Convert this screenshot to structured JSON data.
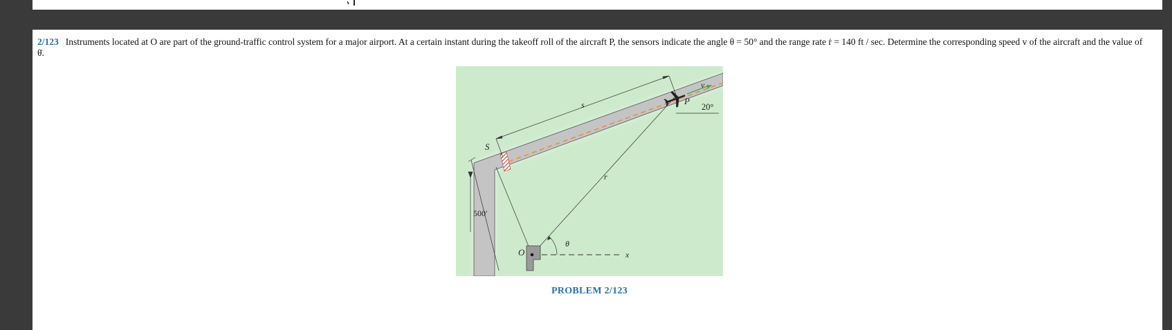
{
  "problem": {
    "number": "2/123",
    "text": "Instruments located at O are part of the ground-traffic control system for a major airport. At a certain instant during the takeoff roll of the aircraft P, the sensors indicate the angle θ = 50° and the range rate ṙ = 140 ft / sec. Determine the corresponding speed v of the aircraft and the value of θ̇."
  },
  "figure": {
    "labels": {
      "s": "s",
      "S": "S",
      "r": "r",
      "v": "v",
      "P": "P",
      "O": "O",
      "x": "x",
      "theta": "θ",
      "distance": "500′",
      "angle": "20°"
    },
    "colors": {
      "grass": "#cdeacd",
      "runway": "#c4c4c4",
      "centerline": "#e98a2a",
      "velocity": "#3bb04a"
    }
  },
  "caption": "PROBLEM 2/123"
}
